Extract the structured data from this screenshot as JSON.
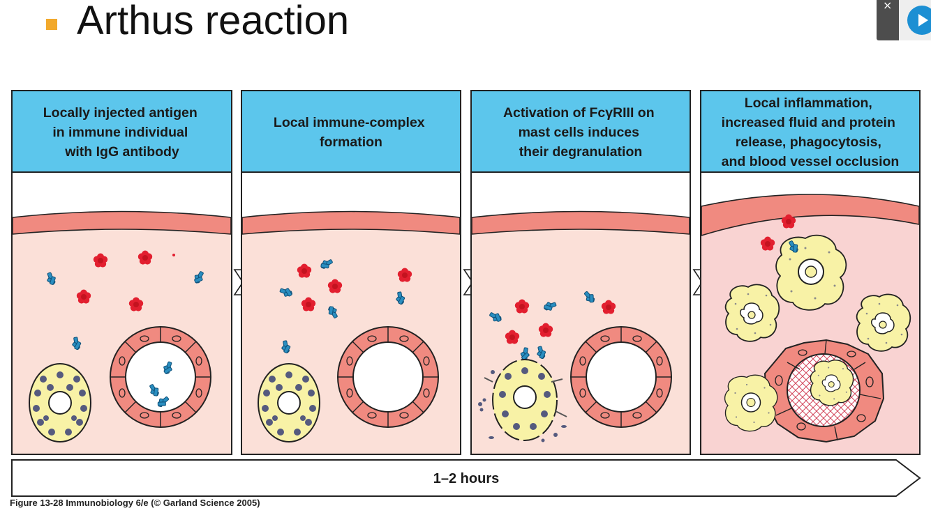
{
  "slide": {
    "title": "Arthus reaction",
    "caption": "Figure 13-28 Immunobiology 6/e (© Garland Science 2005)"
  },
  "panels": [
    {
      "lines": [
        "Locally injected antigen",
        "in immune individual",
        "with IgG antibody"
      ]
    },
    {
      "lines": [
        "Local immune-complex",
        "formation"
      ]
    },
    {
      "lines": [
        "Activation of FcγRIII on",
        "mast cells induces",
        "their degranulation"
      ]
    },
    {
      "lines": [
        "Local inflammation,",
        "increased fluid and protein",
        "release, phagocytosis,",
        "and blood vessel occlusion"
      ]
    }
  ],
  "timeline": {
    "label": "1–2 hours"
  },
  "colors": {
    "header_fill": "#5cc6ec",
    "tissue_fill": "#fbe0d8",
    "inflamed_fill": "#f9d3d2",
    "membrane": "#f08a80",
    "antigen": "#e21f2f",
    "antibody": "#2a8ec0",
    "cell_fill": "#f8f2a6",
    "granule": "#555a7e"
  },
  "icons": {
    "bullet": "square-bullet-icon",
    "close": "close-icon",
    "play": "play-icon"
  }
}
